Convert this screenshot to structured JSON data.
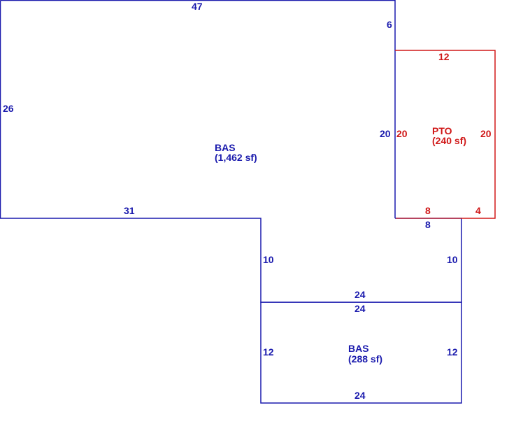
{
  "colors": {
    "bas": "#1a1aad",
    "pto": "#d01818"
  },
  "areas": {
    "bas_main": {
      "code": "BAS",
      "area": "(1,462 sf)"
    },
    "pto": {
      "code": "PTO",
      "area": "(240 sf)"
    },
    "bas_lower": {
      "code": "BAS",
      "area": "(288 sf)"
    }
  },
  "dims": {
    "bas_top": "47",
    "bas_left": "26",
    "bas_step_right": "6",
    "bas_bottom_left": "31",
    "bas_right_side": "20",
    "bas_notch": "8",
    "bas_mid_left": "10",
    "bas_mid_right": "10",
    "bas_mid_bottom": "24",
    "lower_top": "24",
    "lower_left": "12",
    "lower_right": "12",
    "lower_bottom": "24",
    "pto_top": "12",
    "pto_left": "20",
    "pto_right": "20",
    "pto_bottom_left": "8",
    "pto_bottom_right": "4"
  }
}
